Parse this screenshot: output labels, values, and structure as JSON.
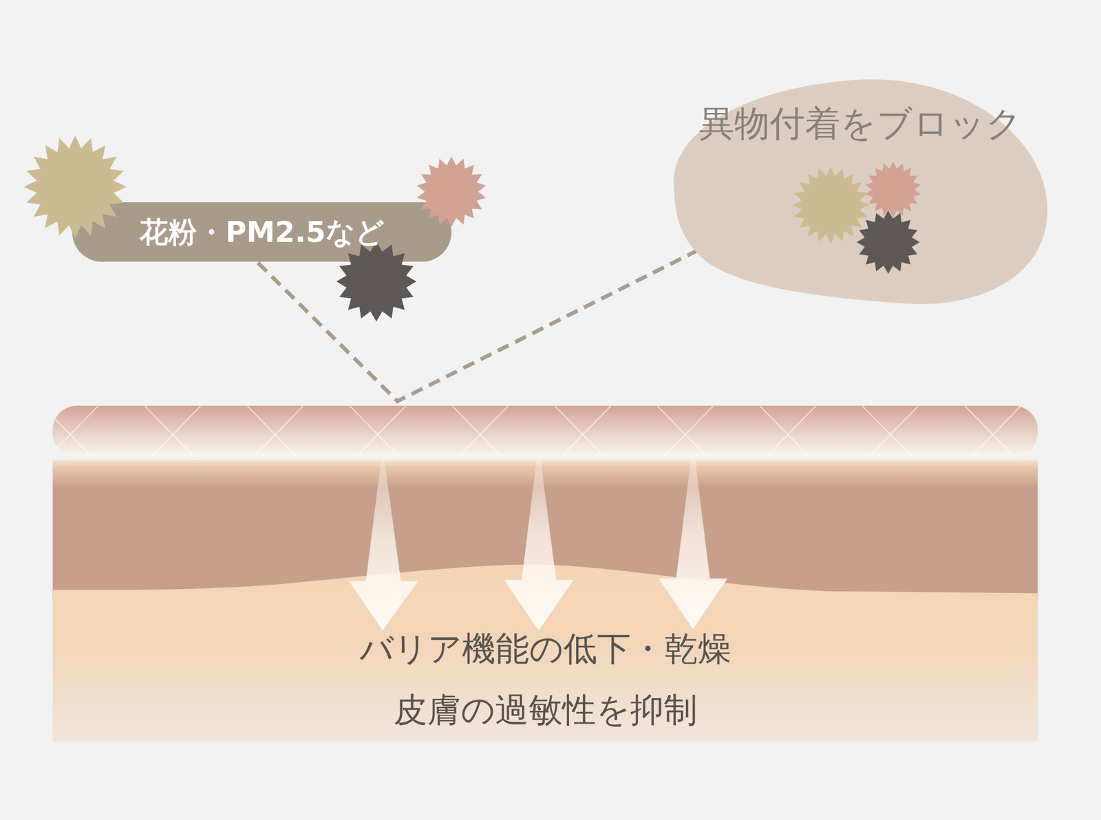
{
  "diagram": {
    "nodes": [
      {
        "text": [
          "花粉・PM2.5など"
        ]
      },
      {
        "text": [
          "異物付着をブロック"
        ]
      },
      {
        "text": [
          "バリア機能の低下・乾燥",
          "皮膚の過敏性を抑制"
        ]
      }
    ],
    "edges": [
      {
        "from": 0,
        "to": 1,
        "arrow": "to"
      }
    ]
  }
}
